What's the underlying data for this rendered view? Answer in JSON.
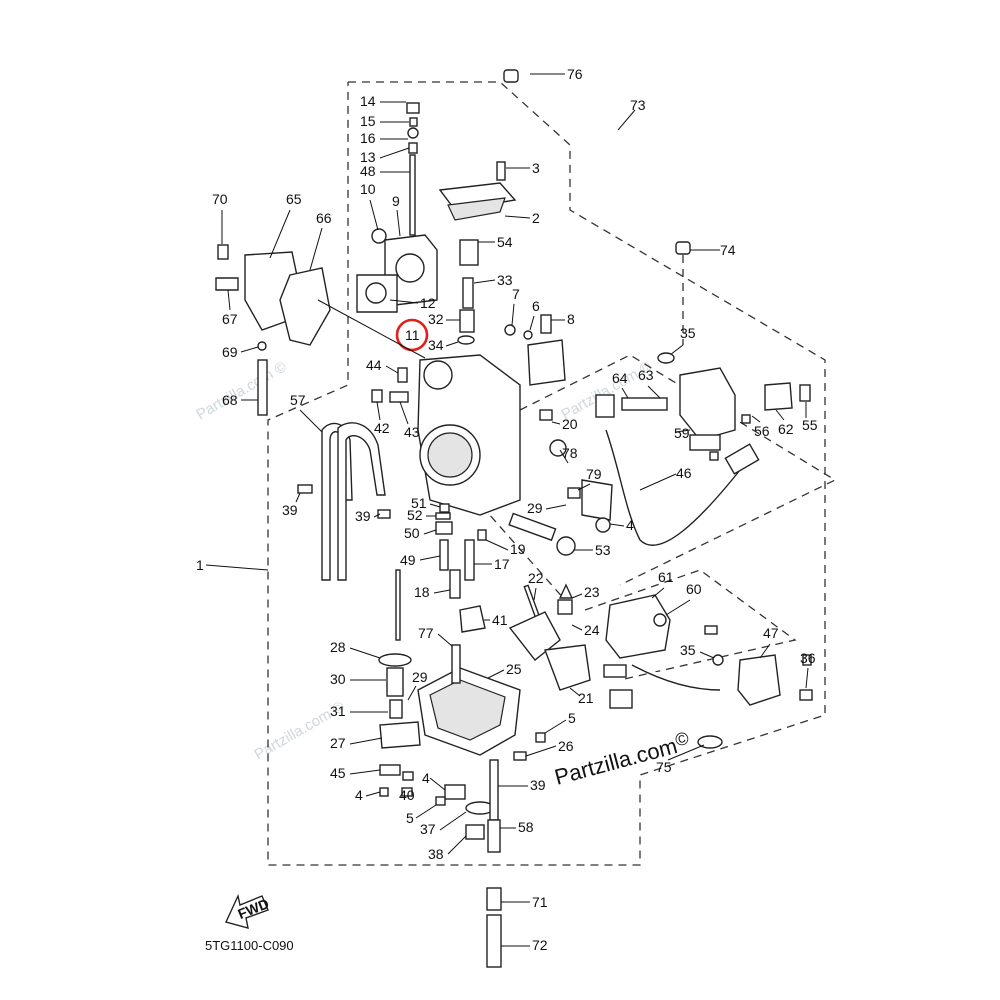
{
  "diagram": {
    "code": "5TG1100-C090",
    "fwd_label": "FWD",
    "brand": "Partzilla.com",
    "brand_symbol": "©",
    "watermark": "Partzilla.com ©",
    "highlight_color": "#e0201b",
    "highlighted_callout": "11"
  }
}
